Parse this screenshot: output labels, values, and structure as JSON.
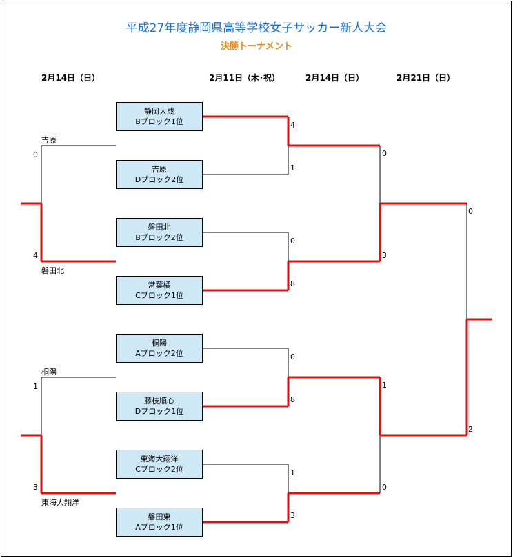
{
  "title": "平成27年度静岡県高等学校女子サッカー新人大会",
  "subtitle": "決勝トーナメント",
  "dates": {
    "playoff": "2月14日（日）",
    "round1": "2月11日（木･祝）",
    "semifinal": "2月14日（日）",
    "final": "2月21日（日）"
  },
  "teams": [
    {
      "name": "静岡大成",
      "seed": "Bブロック1位"
    },
    {
      "name": "吉原",
      "seed": "Dブロック2位"
    },
    {
      "name": "磐田北",
      "seed": "Bブロック2位"
    },
    {
      "name": "常葉橘",
      "seed": "Cブロック1位"
    },
    {
      "name": "桐陽",
      "seed": "Aブロック2位"
    },
    {
      "name": "藤枝順心",
      "seed": "Dブロック1位"
    },
    {
      "name": "東海大翔洋",
      "seed": "Cブロック2位"
    },
    {
      "name": "磐田東",
      "seed": "Aブロック1位"
    }
  ],
  "playoffs": [
    {
      "top": {
        "name": "吉原",
        "score": "0"
      },
      "bottom": {
        "name": "磐田北",
        "score": "4"
      },
      "winner": "bottom"
    },
    {
      "top": {
        "name": "桐陽",
        "score": "1"
      },
      "bottom": {
        "name": "東海大翔洋",
        "score": "3"
      },
      "winner": "bottom"
    }
  ],
  "round1_scores": [
    {
      "top": "4",
      "bottom": "1",
      "winner": "top"
    },
    {
      "top": "0",
      "bottom": "8",
      "winner": "bottom"
    },
    {
      "top": "0",
      "bottom": "8",
      "winner": "bottom"
    },
    {
      "top": "1",
      "bottom": "3",
      "winner": "bottom"
    }
  ],
  "semifinal_scores": [
    {
      "top": "0",
      "bottom": "3",
      "winner": "bottom"
    },
    {
      "top": "1",
      "bottom": "0",
      "winner": "top"
    }
  ],
  "final_scores": {
    "top": "0",
    "bottom": "2",
    "winner": "bottom"
  },
  "colors": {
    "title": "#1a73d9",
    "subtitle": "#e88a1a",
    "win_line": "#e01010",
    "box_fill": "#cfe8f6"
  }
}
